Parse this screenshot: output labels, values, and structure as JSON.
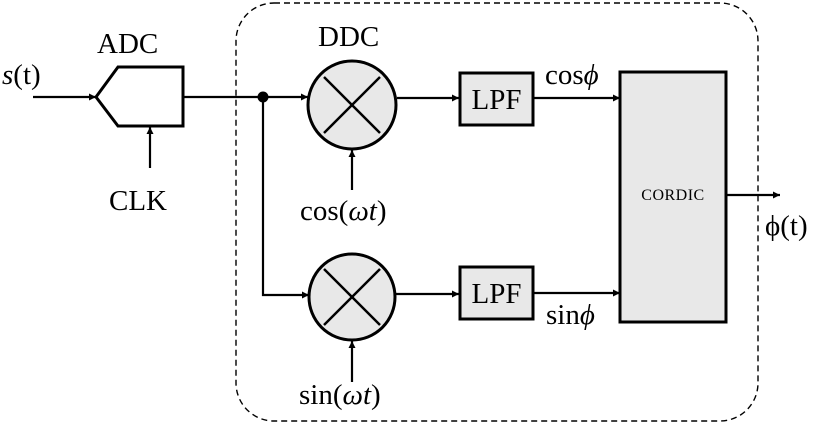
{
  "blocks": {
    "adc": "ADC",
    "ddc": "DDC",
    "lpf_top": "LPF",
    "lpf_bottom": "LPF",
    "cordic": "CORDIC"
  },
  "signals": {
    "input_s": "s",
    "input_t": "(t)",
    "clock": "CLK",
    "cos_ref_prefix": "cos(",
    "cos_ref_omega": "ωt",
    "cos_ref_suffix": ")",
    "sin_ref_prefix": "sin(",
    "sin_ref_omega": "ωt",
    "sin_ref_suffix": ")",
    "cos_phi_prefix": "cos",
    "cos_phi_symbol": "ϕ",
    "sin_phi_prefix": "sin",
    "sin_phi_symbol": "ϕ",
    "output_phi": "ϕ",
    "output_t": "(t)"
  },
  "colors": {
    "block_fill": "#e8e8e8",
    "line": "#000000",
    "background": "#ffffff"
  }
}
